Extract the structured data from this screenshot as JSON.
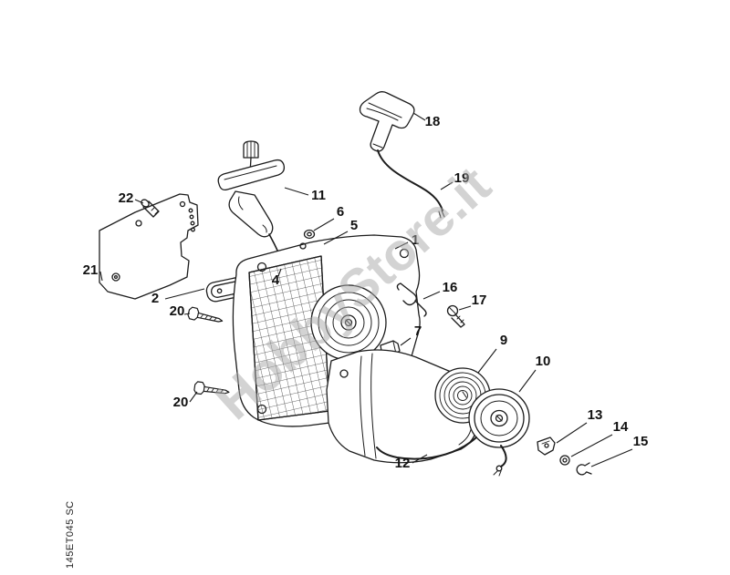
{
  "page": {
    "background": "#ffffff",
    "watermark": "HobbyStore.it",
    "watermark_color": "#a9a9a9",
    "line_color": "#1c1c1c",
    "doc_code": "145ET045 SC"
  },
  "diagram": {
    "labels": [
      {
        "text": "18"
      },
      {
        "text": "19"
      },
      {
        "text": "22"
      },
      {
        "text": "11"
      },
      {
        "text": "6"
      },
      {
        "text": "5"
      },
      {
        "text": "1"
      },
      {
        "text": "4"
      },
      {
        "text": "2"
      },
      {
        "text": "21"
      },
      {
        "text": "20"
      },
      {
        "text": "20"
      },
      {
        "text": "16"
      },
      {
        "text": "17"
      },
      {
        "text": "7"
      },
      {
        "text": "9"
      },
      {
        "text": "10"
      },
      {
        "text": "13"
      },
      {
        "text": "14"
      },
      {
        "text": "15"
      },
      {
        "text": "12"
      }
    ]
  }
}
